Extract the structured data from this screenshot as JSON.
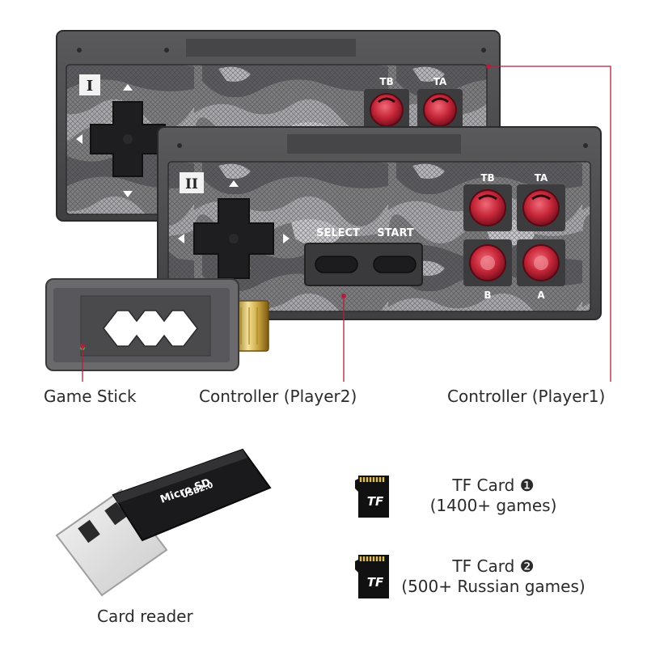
{
  "captions": {
    "game_stick": "Game Stick",
    "controller_p2": "Controller (Player2)",
    "controller_p1": "Controller (Player1)",
    "card_reader": "Card reader",
    "tf_card_1_title": "TF Card ❶",
    "tf_card_1_sub": "(1400+ games)",
    "tf_card_2_title": "TF Card ❷",
    "tf_card_2_sub": "(500+ Russian games)"
  },
  "controller_1": {
    "numeral": "I",
    "button_tb": "TB",
    "button_ta": "TA"
  },
  "controller_2": {
    "numeral": "II",
    "button_tb": "TB",
    "button_ta": "TA",
    "button_b": "B",
    "button_a": "A",
    "select_label": "SELECT",
    "start_label": "START"
  },
  "tf_card_badge": "TF",
  "card_reader_print": {
    "brand": "Micro SD",
    "spec": "USB2.0"
  },
  "colors": {
    "leader_line": "#b2203a",
    "shell": "#4a4a4c",
    "button_red": "#c8283a",
    "caption_text": "#2b2b2b"
  }
}
